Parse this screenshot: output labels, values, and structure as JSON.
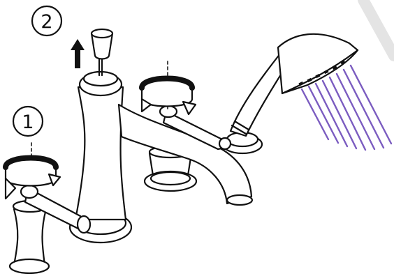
{
  "steps": [
    {
      "number": "1",
      "label_action": "rotate-handle"
    },
    {
      "number": "2",
      "label_action": "pull-diverter-up"
    }
  ],
  "colors": {
    "line": "#111111",
    "fill": "#ffffff",
    "spray": "#7b5cc0",
    "dashed_axis": "#333333"
  },
  "icons": [
    "rotation-arrow-icon",
    "up-arrow-icon",
    "spray-icon"
  ]
}
